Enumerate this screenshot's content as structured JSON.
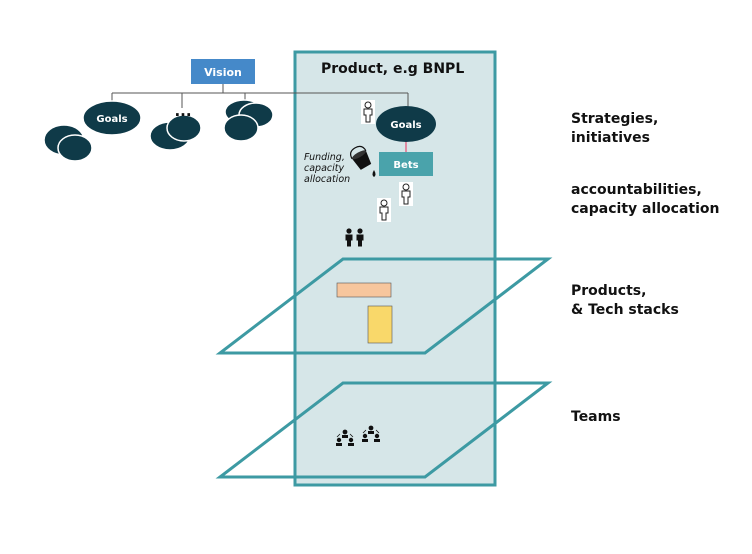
{
  "diagram": {
    "vision_label": "Vision",
    "column_title": "Product, e.g BNPL",
    "goals_label_left": "Goals",
    "goals_label_right": "Goals",
    "ellipsis": "...",
    "bets_label": "Bets",
    "funding_note": "Funding,\ncapacity\nallocation",
    "side_labels": {
      "strategies": "Strategies,\ninitiatives",
      "accountabilities": "accountabilities,\ncapacity allocation",
      "products": "Products,\n& Tech stacks",
      "teams": "Teams"
    }
  },
  "colors": {
    "vision_fill": "#4589c9",
    "column_fill": "#d6e6e8",
    "column_border": "#3d9aa3",
    "goal_fill": "#0f3a48",
    "bets_fill": "#4aa3ab",
    "plane_stroke": "#3d9aa3",
    "bar_orange": "#f7c69d",
    "bar_yellow": "#f9d86a"
  },
  "icons": [
    "person-icon",
    "pair-icon",
    "team-icon",
    "bucket-icon"
  ]
}
